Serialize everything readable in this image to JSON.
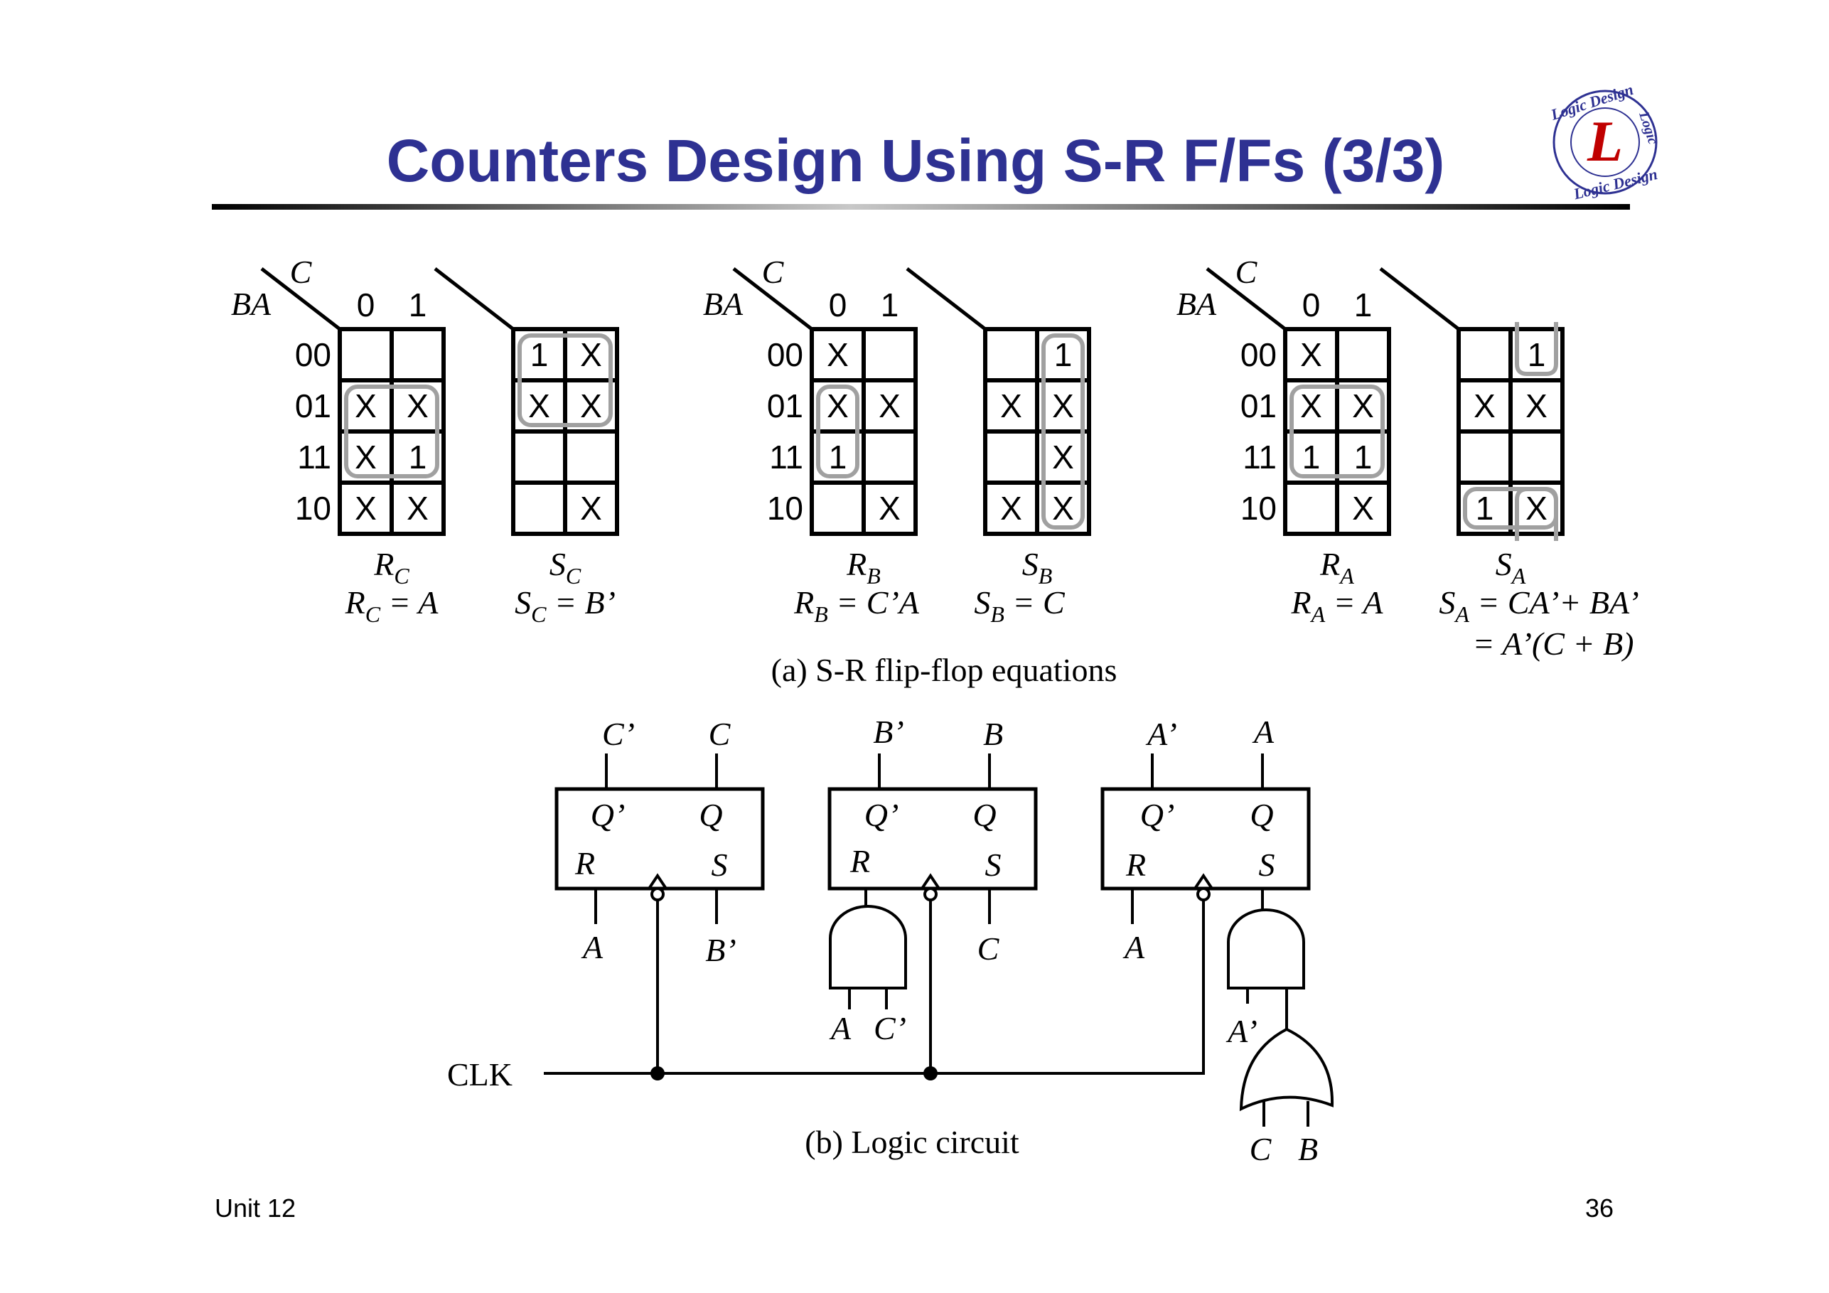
{
  "slide": {
    "title": "Counters Design Using S-R F/Fs (3/3)",
    "logo": {
      "text_top": "Logic Design",
      "text_side": "Logic",
      "text_bottom": "Logic Design",
      "letter": "L",
      "colors": {
        "ring": "#2e3192",
        "letter": "#c00000"
      }
    },
    "footer_left": "Unit 12",
    "footer_right": "36"
  },
  "kmaps": {
    "col_var": "C",
    "row_var": "BA",
    "col_headers": [
      "0",
      "1"
    ],
    "row_headers": [
      "00",
      "01",
      "11",
      "10"
    ],
    "maps": [
      {
        "name": "R",
        "sub": "C",
        "cells": [
          [
            "",
            ""
          ],
          [
            "X",
            "X"
          ],
          [
            "X",
            "1"
          ],
          [
            "X",
            "X"
          ]
        ],
        "eq_lhs": "R",
        "eq_sub": "C",
        "eq_rhs": " = A"
      },
      {
        "name": "S",
        "sub": "C",
        "cells": [
          [
            "1",
            "X"
          ],
          [
            "X",
            "X"
          ],
          [
            "",
            ""
          ],
          [
            "",
            "X"
          ]
        ],
        "eq_lhs": "S",
        "eq_sub": "C",
        "eq_rhs": " = B’"
      },
      {
        "name": "R",
        "sub": "B",
        "cells": [
          [
            "X",
            ""
          ],
          [
            "X",
            "X"
          ],
          [
            "1",
            ""
          ],
          [
            "",
            "X"
          ]
        ],
        "eq_lhs": "R",
        "eq_sub": "B",
        "eq_rhs": " = C’A"
      },
      {
        "name": "S",
        "sub": "B",
        "cells": [
          [
            "",
            "1"
          ],
          [
            "X",
            "X"
          ],
          [
            "",
            "X"
          ],
          [
            "X",
            "X"
          ]
        ],
        "eq_lhs": "S",
        "eq_sub": "B",
        "eq_rhs": " = C"
      },
      {
        "name": "R",
        "sub": "A",
        "cells": [
          [
            "X",
            ""
          ],
          [
            "X",
            "X"
          ],
          [
            "1",
            "1"
          ],
          [
            "",
            "X"
          ]
        ],
        "eq_lhs": "R",
        "eq_sub": "A",
        "eq_rhs": " = A"
      },
      {
        "name": "S",
        "sub": "A",
        "cells": [
          [
            "",
            "1"
          ],
          [
            "X",
            "X"
          ],
          [
            "",
            ""
          ],
          [
            "1",
            "X"
          ]
        ],
        "eq_lhs": "S",
        "eq_sub": "A",
        "eq_rhs": " = CA’+ BA’",
        "eq_line2": "= A’(C + B)"
      }
    ],
    "caption": "(a) S-R flip-flop equations"
  },
  "circuit": {
    "flipflops": [
      {
        "q_bar": "Q’",
        "q": "Q",
        "r": "R",
        "s": "S",
        "out_bar": "C’",
        "out": "C",
        "r_in": "A",
        "s_in": "B’"
      },
      {
        "q_bar": "Q’",
        "q": "Q",
        "r": "R",
        "s": "S",
        "out_bar": "B’",
        "out": "B",
        "s_in": "C"
      },
      {
        "q_bar": "Q’",
        "q": "Q",
        "r": "R",
        "s": "S",
        "out_bar": "A’",
        "out": "A",
        "r_in": "A"
      }
    ],
    "and1_inputs": [
      "A",
      "C’"
    ],
    "and2_input": "A’",
    "or_inputs": [
      "C",
      "B"
    ],
    "clock": "CLK",
    "caption": "(b) Logic circuit"
  }
}
